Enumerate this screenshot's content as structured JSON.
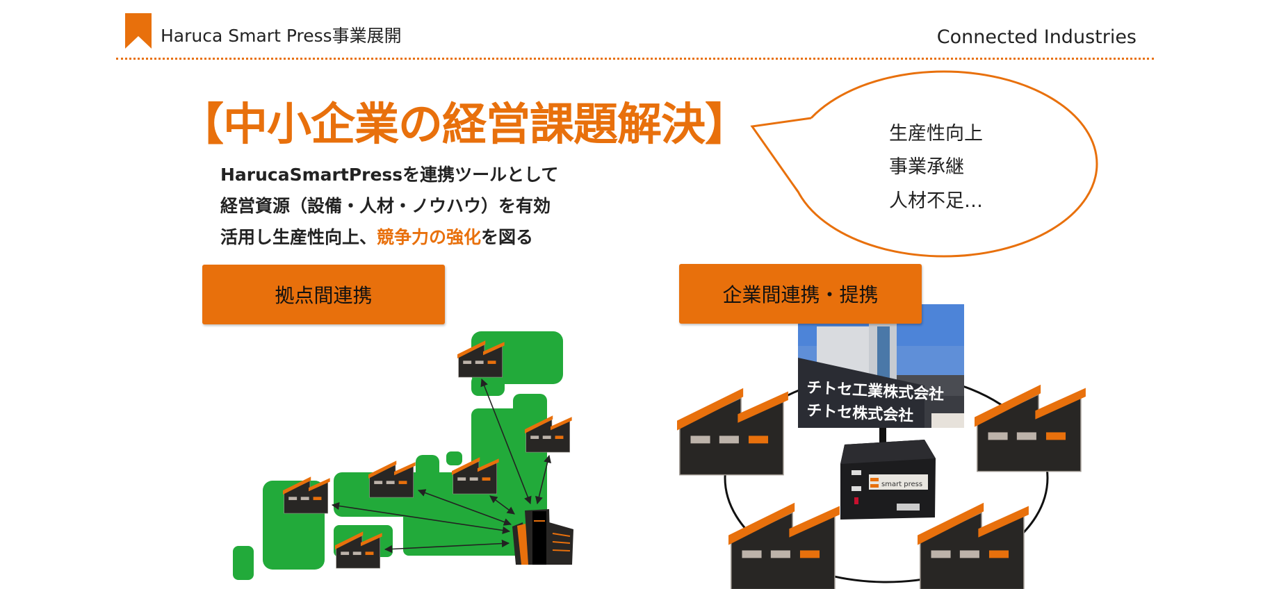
{
  "header": {
    "title": "Haruca Smart Press事業展開",
    "right_label": "Connected Industries",
    "icon": "bookmark-icon"
  },
  "main": {
    "headline": "【中小企業の経営課題解決】",
    "body_lines": [
      "HarucaSmartPressを連携ツールとして",
      "経営資源（設備・人材・ノウハウ）を有効"
    ],
    "body_line3_prefix": "活用し生産性向上、",
    "body_line3_highlight": "競争力の強化",
    "body_line3_suffix": "を図る",
    "bubble_items": [
      "生産性向上",
      "事業承継",
      "人材不足…"
    ]
  },
  "sections": {
    "left_label": "拠点間連携",
    "right_label": "企業間連携・提携"
  },
  "photo": {
    "sign_line1": "チトセ工業株式会社",
    "sign_line2": "チトセ株式会社",
    "device_label": "smart press"
  },
  "colors": {
    "accent": "#e8700c",
    "map_green": "#22aa3a",
    "factory_dark": "#282624"
  }
}
